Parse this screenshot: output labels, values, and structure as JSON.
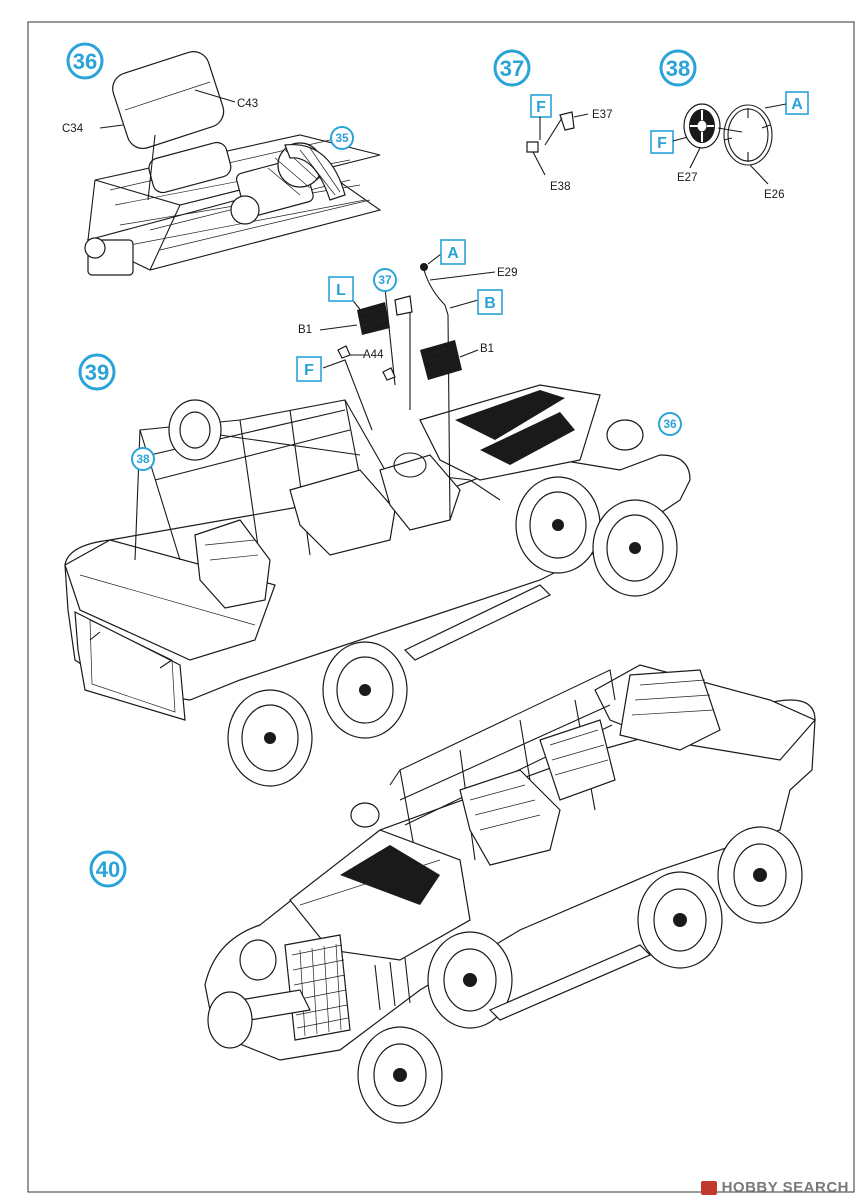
{
  "steps": [
    {
      "number": "36"
    },
    {
      "number": "37"
    },
    {
      "number": "38"
    },
    {
      "number": "39"
    },
    {
      "number": "40"
    }
  ],
  "step_refs": {
    "ref_35": "35",
    "ref_37": "37",
    "ref_38": "38",
    "ref_36": "36"
  },
  "tags": {
    "f_37": "F",
    "a_38": "A",
    "f_38": "F",
    "a_39": "A",
    "b_39": "B",
    "l_39": "L",
    "f_39": "F"
  },
  "parts": {
    "c43": "C43",
    "c34": "C34",
    "e37": "E37",
    "e38": "E38",
    "e27": "E27",
    "e26": "E26",
    "e29": "E29",
    "b1_left": "B1",
    "b1_right": "B1",
    "a44": "A44"
  },
  "watermark": {
    "text": "HOBBY SEARCH"
  }
}
